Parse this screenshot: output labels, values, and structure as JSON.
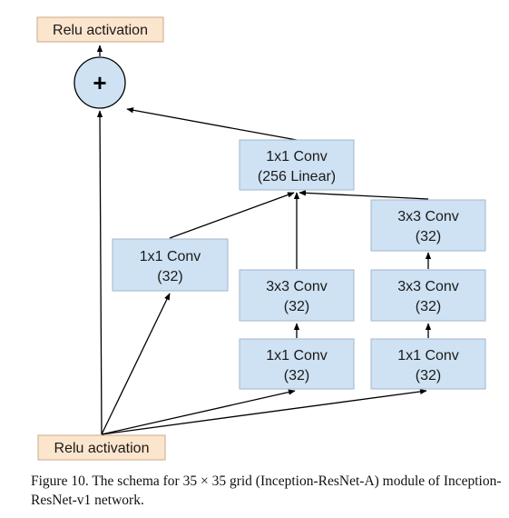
{
  "diagram": {
    "colors": {
      "relu_fill": "#fce5cd",
      "relu_stroke": "#c9a98a",
      "conv_fill": "#cfe2f3",
      "conv_stroke": "#9fb7cc",
      "add_fill": "#cfe2f3",
      "edge": "#000000"
    },
    "top_relu": "Relu activation",
    "add_symbol": "+",
    "bottom_relu": "Relu activation",
    "linear_conv": {
      "line1": "1x1 Conv",
      "line2": "(256 Linear)"
    },
    "branch1_conv": {
      "line1": "1x1 Conv",
      "line2": "(32)"
    },
    "branch2_conv3x3": {
      "line1": "3x3 Conv",
      "line2": "(32)"
    },
    "branch2_conv1x1": {
      "line1": "1x1 Conv",
      "line2": "(32)"
    },
    "branch3_conv3x3_top": {
      "line1": "3x3 Conv",
      "line2": "(32)"
    },
    "branch3_conv3x3_mid": {
      "line1": "3x3 Conv",
      "line2": "(32)"
    },
    "branch3_conv1x1": {
      "line1": "1x1 Conv",
      "line2": "(32)"
    }
  },
  "caption": "Figure 10. The schema for 35 × 35 grid (Inception-ResNet-A) module of Inception-ResNet-v1 network."
}
